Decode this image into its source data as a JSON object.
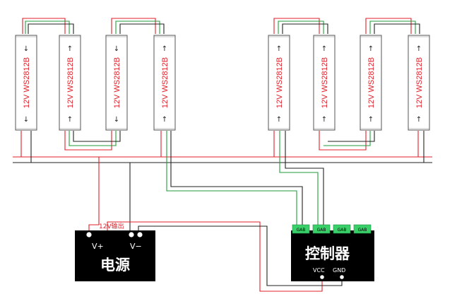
{
  "strip": {
    "label": "12V  WS2812B",
    "arrow_down": "↓",
    "arrow_up": "↑"
  },
  "strips_left": [
    {
      "direction": "down"
    },
    {
      "direction": "up"
    },
    {
      "direction": "down"
    },
    {
      "direction": "up"
    }
  ],
  "strips_right": [
    {
      "direction": "up"
    },
    {
      "direction": "up"
    },
    {
      "direction": "up"
    },
    {
      "direction": "up"
    }
  ],
  "power_supply": {
    "title": "电源",
    "terminal_plus": "V+",
    "terminal_minus": "V−",
    "output_label": "12V输出"
  },
  "controller": {
    "title": "控制器",
    "terminal_vcc": "VCC",
    "terminal_gnd": "GND",
    "output_terminals": [
      "GAB",
      "GAB",
      "GAB",
      "GAB"
    ]
  },
  "colors": {
    "wire_red": "#e0202a",
    "wire_green": "#1f9e3a",
    "wire_black": "#222222",
    "terminal_green": "#39d06a"
  }
}
